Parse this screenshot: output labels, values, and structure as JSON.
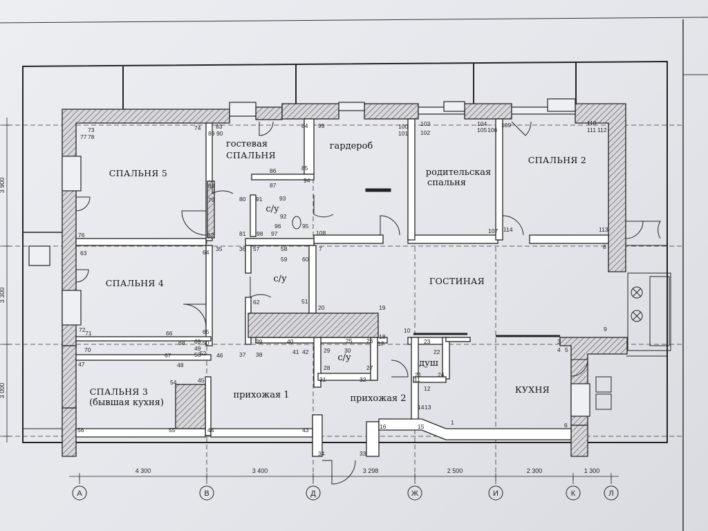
{
  "rooms": {
    "bedroom5": "СПАЛЬНЯ 5",
    "guest_line1": "гостевая",
    "guest_line2": "СПАЛЬНЯ",
    "wardrobe": "гардероб",
    "parents_line1": "родительская",
    "parents_line2": "спальня",
    "bedroom2": "СПАЛЬНЯ 2",
    "bedroom4": "СПАЛЬНЯ 4",
    "wc_small": "с/у",
    "wc_mid": "с/у",
    "wc_low": "с/у",
    "living": "ГОСТИНАЯ",
    "bedroom3_line1": "СПАЛЬНЯ 3",
    "bedroom3_line2": "(бывшая кухня)",
    "hall1": "прихожая 1",
    "hall2": "прихожая 2",
    "shower": "душ",
    "kitchen": "КУХНЯ"
  },
  "dimensions": {
    "left_top": "3 900",
    "left_mid": "3 300",
    "left_bottom": "3 000",
    "bottom": [
      "4 300",
      "3 400",
      "3 298",
      "2 500",
      "2 300",
      "1 300"
    ]
  },
  "axes": [
    "А",
    "В",
    "Д",
    "Ж",
    "И",
    "К",
    "Л"
  ],
  "points": {
    "p73": "73",
    "p77": "77",
    "p78": "78",
    "p74": "74",
    "p89": "89",
    "p83": "83",
    "p90": "90",
    "p84": "84",
    "p99": "99",
    "p100": "100",
    "p101": "101",
    "p103": "103",
    "p102": "102",
    "p104": "104",
    "p105": "105",
    "p106": "106",
    "p109": "109",
    "p110": "110",
    "p111": "111",
    "p112": "112",
    "p86": "86",
    "p85": "85",
    "p87": "87",
    "p94": "94",
    "p88": "88",
    "p79": "79",
    "p80": "80",
    "p91": "91",
    "p93": "93",
    "p92": "92",
    "p96": "96",
    "p95": "95",
    "p81": "81",
    "p98": "98",
    "p97": "97",
    "p108": "108",
    "p107": "107",
    "p114": "114",
    "p113": "113",
    "p76": "76",
    "p82": "82",
    "p35": "35",
    "p36": "36",
    "p57": "57",
    "p58": "58",
    "p59": "59",
    "p60": "60",
    "p7": "7",
    "p8": "8",
    "p63": "63",
    "p64": "64",
    "p62": "62",
    "p51": "51",
    "p20": "20",
    "p19": "19",
    "p10": "10",
    "p9": "9",
    "p72": "72",
    "p71": "71",
    "p66": "66",
    "p65": "65",
    "p68": "68",
    "p69": "69",
    "p49": "49",
    "p50": "50",
    "p70": "70",
    "p67": "67",
    "p53": "53",
    "p52": "52",
    "p47": "47",
    "p48": "48",
    "p46": "46",
    "p39": "39",
    "p37": "37",
    "p38": "38",
    "p40": "40",
    "p41": "41",
    "p42": "42",
    "p25": "25",
    "p26": "26",
    "p18": "18",
    "p17": "17",
    "p29": "29",
    "p30": "30",
    "p28": "28",
    "p27": "27",
    "p31": "31",
    "p32": "32",
    "p23": "23",
    "p22": "22",
    "p21": "21",
    "p24": "24",
    "p12": "12",
    "p11": "11",
    "p3": "3",
    "p4": "4",
    "p5": "5",
    "p54": "54",
    "p45": "45",
    "p56": "56",
    "p55": "55",
    "p44": "44",
    "p43": "43",
    "p16": "16",
    "p15": "15",
    "p14": "14",
    "p13": "13",
    "p1": "1",
    "p6": "6",
    "p34": "34",
    "p33": "33"
  }
}
